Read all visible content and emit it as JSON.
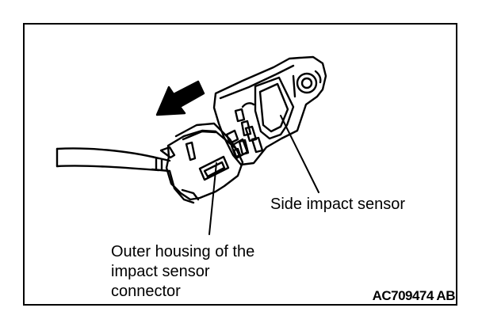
{
  "labels": {
    "side_sensor": "Side impact sensor",
    "housing_line1": "Outer housing of the",
    "housing_line2": "impact sensor",
    "housing_line3": "connector"
  },
  "figure_id": "AC709474 AB",
  "colors": {
    "ink": "#000000",
    "paper": "#ffffff"
  },
  "icons": {
    "direction": "arrow-left-icon"
  }
}
